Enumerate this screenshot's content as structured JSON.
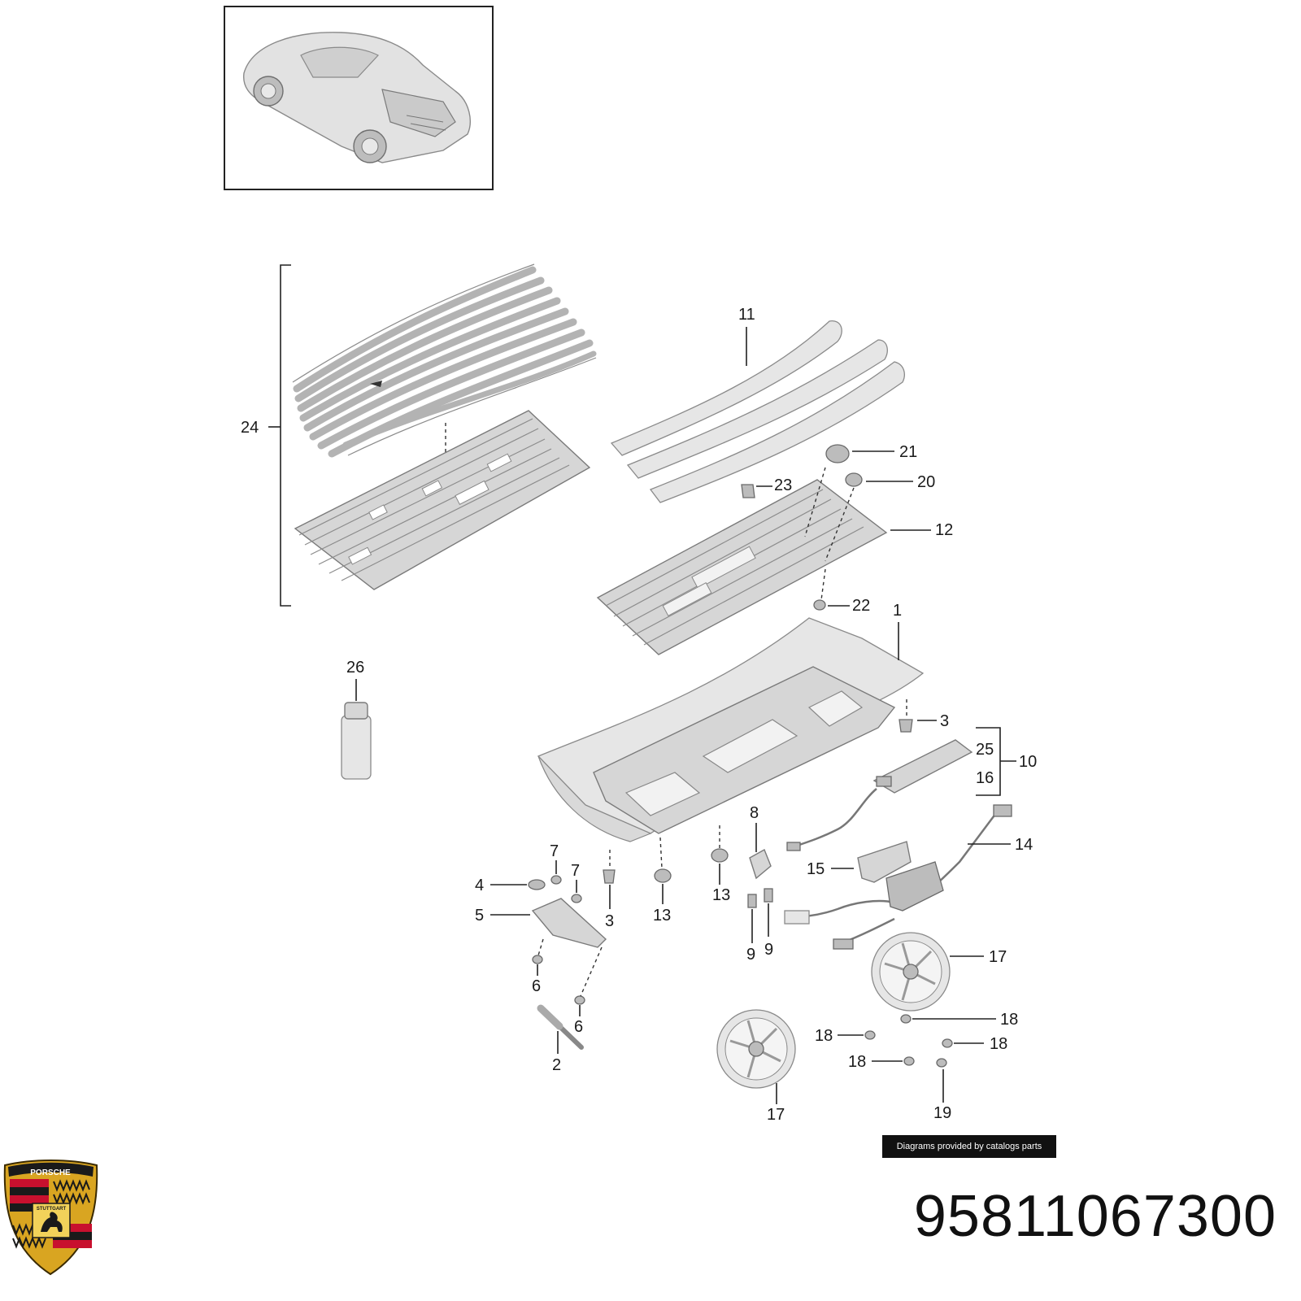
{
  "credit": "Diagrams provided by catalogs parts",
  "part_number": "95811067300",
  "logo": {
    "type": "porsche-crest",
    "text_top": "PORSCHE",
    "text_center": "STUTTGART"
  },
  "callouts": {
    "c1": "1",
    "c2": "2",
    "c3a": "3",
    "c3b": "3",
    "c4": "4",
    "c5": "5",
    "c6a": "6",
    "c6b": "6",
    "c7a": "7",
    "c7b": "7",
    "c8": "8",
    "c9a": "9",
    "c9b": "9",
    "c10": "10",
    "c11": "11",
    "c12": "12",
    "c13a": "13",
    "c13b": "13",
    "c14": "14",
    "c15": "15",
    "c16": "16",
    "c17a": "17",
    "c17b": "17",
    "c18a": "18",
    "c18b": "18",
    "c18c": "18",
    "c18d": "18",
    "c19": "19",
    "c20": "20",
    "c21": "21",
    "c22": "22",
    "c23": "23",
    "c24": "24",
    "c25": "25",
    "c26": "26"
  },
  "colors": {
    "part_fill": "#d6d6d6",
    "part_stroke": "#7a7a7a",
    "text": "#1a1a1a",
    "credit_bg": "#111111",
    "crest_gold": "#d9a521",
    "crest_red": "#c8102e"
  }
}
